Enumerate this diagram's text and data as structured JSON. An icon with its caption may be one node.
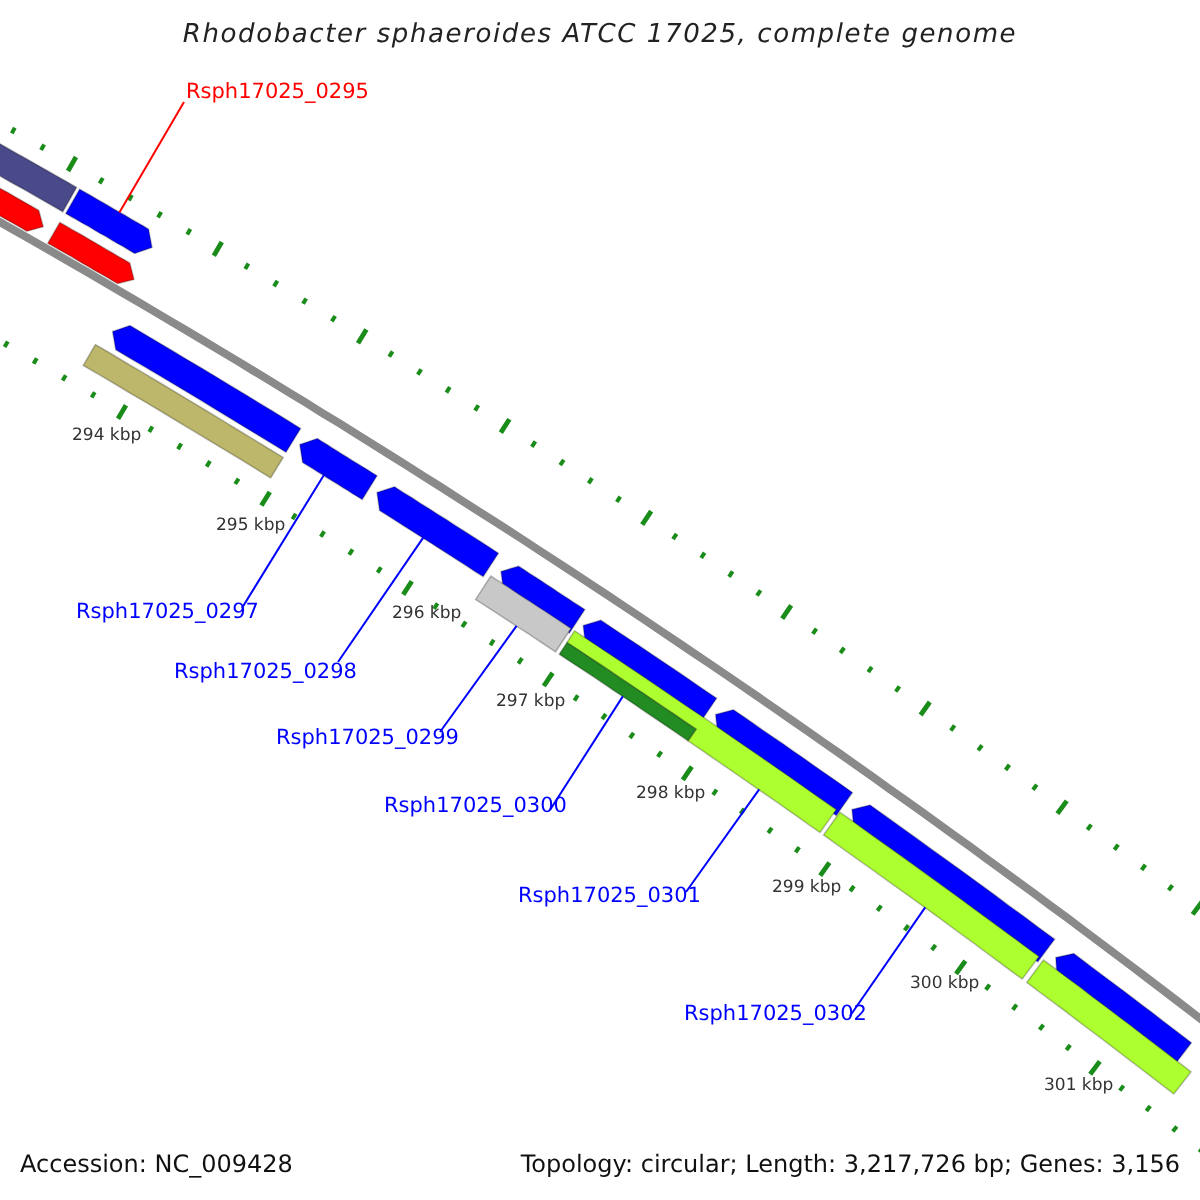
{
  "diagram": {
    "title": "Rhodobacter sphaeroides ATCC 17025, complete genome",
    "nodes": [
      {
        "text": [
          "Rsph17025_0295"
        ]
      },
      {
        "text": [
          "Rsph17025_0297"
        ]
      },
      {
        "text": [
          "Rsph17025_0298"
        ]
      },
      {
        "text": [
          "Rsph17025_0299"
        ]
      },
      {
        "text": [
          "Rsph17025_0300"
        ]
      },
      {
        "text": [
          "Rsph17025_0301"
        ]
      },
      {
        "text": [
          "Rsph17025_0302"
        ]
      },
      {
        "text": [],
        "shape": "bar"
      },
      {
        "text": [],
        "shape": "bar"
      },
      {
        "text": [],
        "shape": "bar"
      },
      {
        "text": [],
        "shape": "bar"
      },
      {
        "text": [],
        "shape": "bar"
      },
      {
        "text": [],
        "shape": "bar"
      },
      {
        "text": [],
        "shape": "bar"
      },
      {
        "text": [],
        "shape": "bar"
      },
      {
        "text": [],
        "shape": "bar"
      },
      {
        "text": [],
        "shape": "bar"
      },
      {
        "text": [],
        "shape": "bar"
      },
      {
        "text": [],
        "shape": "bar"
      },
      {
        "text": [],
        "shape": "bar"
      },
      {
        "text": [],
        "shape": "bar"
      },
      {
        "text": [],
        "shape": "bar"
      },
      {
        "text": [],
        "shape": "bar"
      },
      {
        "text": [],
        "shape": "bar"
      },
      {
        "text": [],
        "shape": "bar"
      }
    ],
    "edges": [
      {
        "from": 0,
        "to": 7,
        "arrow": "none",
        "color": "#ff0000"
      },
      {
        "from": 1,
        "to": 8,
        "arrow": "none"
      },
      {
        "from": 2,
        "to": 9,
        "arrow": "none"
      },
      {
        "from": 3,
        "to": 10,
        "arrow": "none"
      },
      {
        "from": 4,
        "to": 11,
        "arrow": "none"
      },
      {
        "from": 5,
        "to": 12,
        "arrow": "none"
      },
      {
        "from": 6,
        "to": 13,
        "arrow": "none"
      }
    ],
    "labels": [
      "294 kbp",
      "295 kbp",
      "296 kbp",
      "297 kbp",
      "298 kbp",
      "299 kbp",
      "300 kbp",
      "301 kbp",
      "Accession: NC_009428",
      "Topology: circular; Length: 3,217,726 bp; Genes: 3,156"
    ]
  }
}
